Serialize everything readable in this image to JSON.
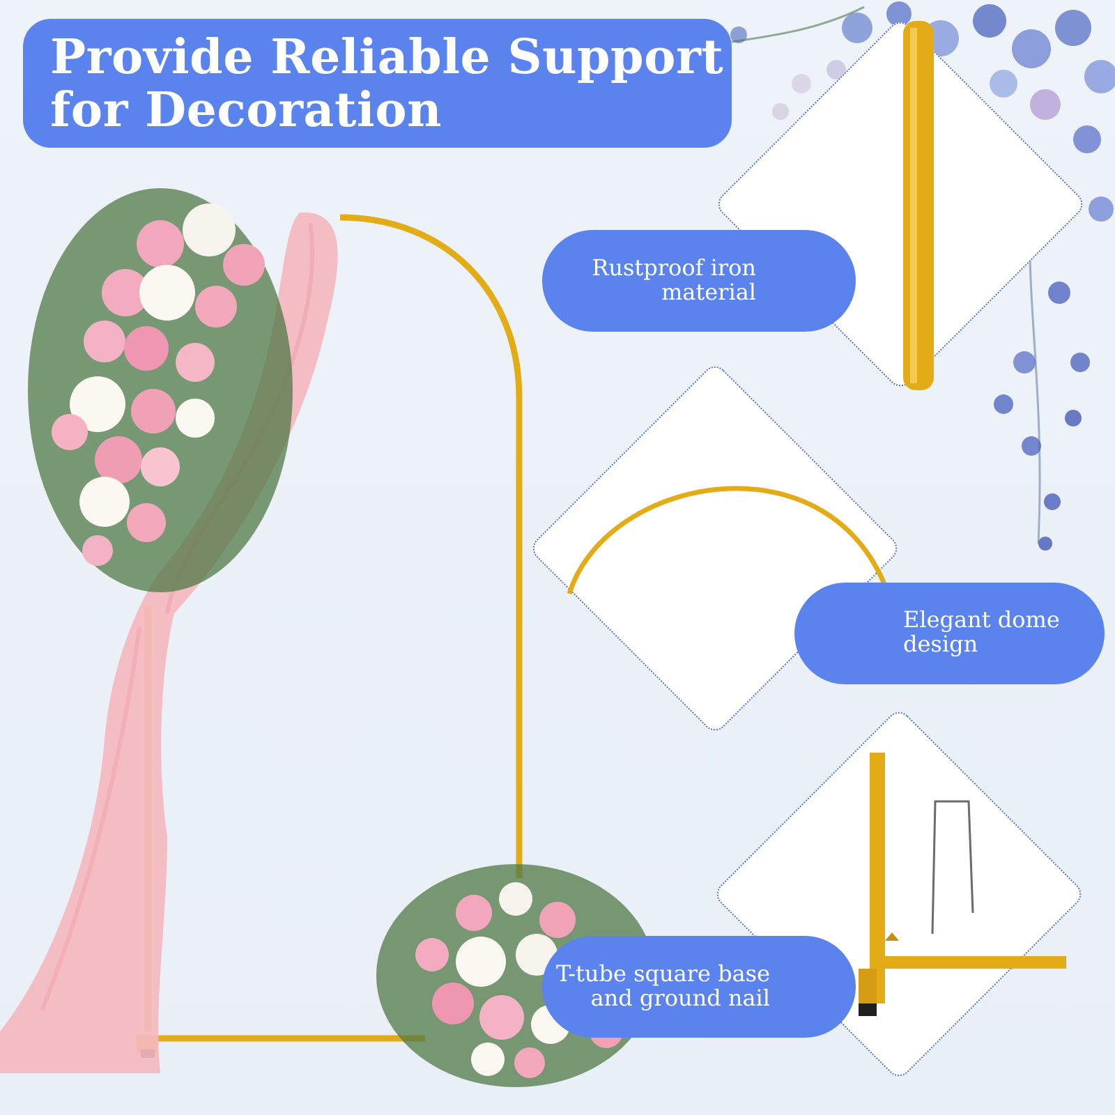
{
  "headline": {
    "line1": "Provide Reliable Support",
    "line2": "for Decoration"
  },
  "features": [
    {
      "line1": "Rustproof iron",
      "line2": "material"
    },
    {
      "line1": "Elegant dome",
      "line2": "design"
    },
    {
      "line1": "T-tube square base",
      "line2": "and ground nail"
    }
  ],
  "colors": {
    "accent_blue": "#5b83ee",
    "background": "#edf2f8",
    "gold": "#e3ac17",
    "drape_pink": "#f4b8be"
  },
  "icons": [
    "flower-bouquet-icon",
    "pink-drape",
    "gold-arch-frame",
    "ground-nail"
  ]
}
